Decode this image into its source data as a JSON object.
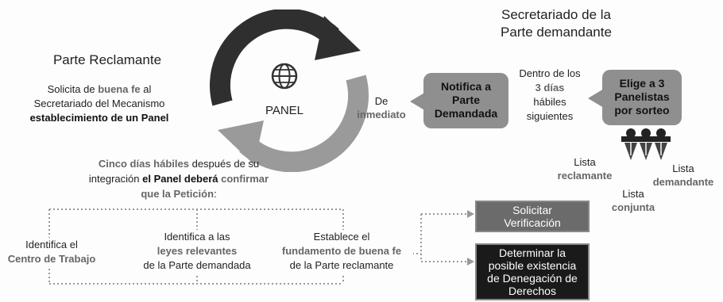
{
  "title_right": [
    "Secretariado de la",
    "Parte demandante"
  ],
  "parte_reclamante": {
    "heading": "Parte Reclamante",
    "line1_pre": "Solicita de ",
    "line1_bold": "buena fe",
    "line1_post": " al",
    "line2": "Secretariado del Mecanismo",
    "line3": "establecimiento de un Panel"
  },
  "panel": {
    "label": "PANEL",
    "icon": "globe-icon"
  },
  "inmediato": {
    "line1": "De",
    "line2": "inmediato"
  },
  "notifica": [
    "Notifica a",
    "Parte",
    "Demandada"
  ],
  "dentro": {
    "line1": "Dentro de los",
    "line2": "3 días",
    "line3": "hábiles",
    "line4": "siguientes"
  },
  "elige": [
    "Elige a 3",
    "Panelistas",
    "por sorteo"
  ],
  "listas": {
    "reclamante": {
      "line1": "Lista",
      "line2": "reclamante"
    },
    "demandante": {
      "line1": "Lista",
      "line2": "demandante"
    },
    "conjunta": {
      "line1": "Lista",
      "line2": "conjunta"
    }
  },
  "cinco": {
    "l1_bold": "Cinco días hábiles",
    "l1_rest": " después de su",
    "l2_pre": "integración ",
    "l2_bold": "el Panel deberá ",
    "l2_gray": "confirmar",
    "l3": "que la Petición",
    "l3_end": ":"
  },
  "identifica_centro": {
    "line1": "Identifica el",
    "line2": "Centro de Trabajo"
  },
  "identifica_leyes": {
    "line1": "Identifica a las",
    "line2": "leyes relevantes",
    "line3": "de la Parte demandada"
  },
  "establece": {
    "line1": "Establece el",
    "line2": "fundamento de buena fe",
    "line3": "de la Parte reclamante"
  },
  "solicitar": [
    "Solicitar",
    "Verificación"
  ],
  "determinar": [
    "Determinar la",
    "posible existencia",
    "de Denegación de",
    "Derechos"
  ],
  "colors": {
    "cycle_dark": "#2f2f2f",
    "cycle_light": "#9a9a9a",
    "bubble": "#8f8f8f",
    "box_gray": "#6b6b6b",
    "box_dark": "#1a1a1a"
  }
}
